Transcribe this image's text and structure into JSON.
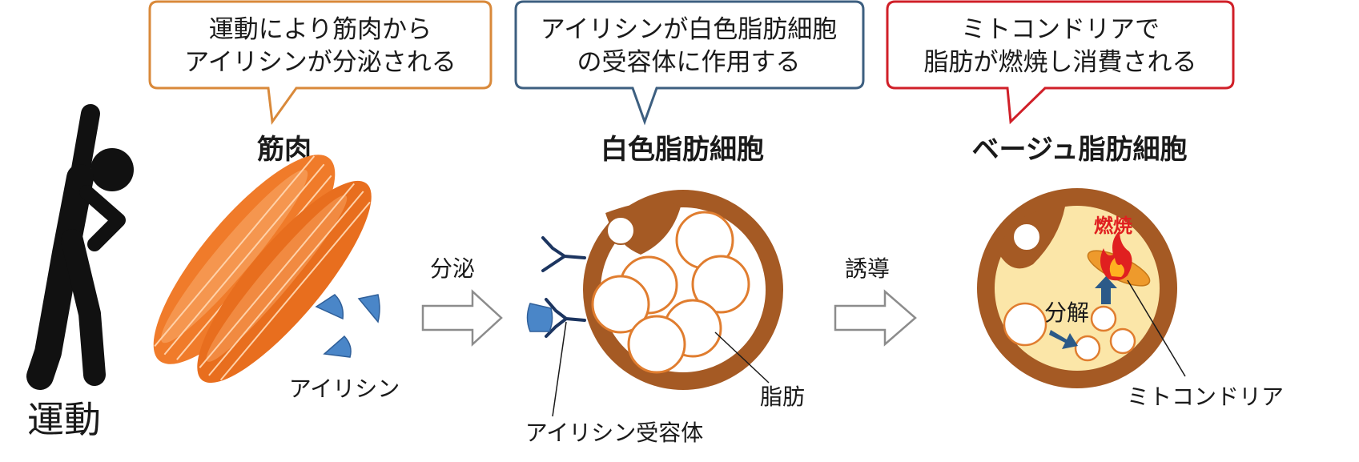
{
  "bubbles": [
    {
      "line1": "運動により筋肉から",
      "line2": "アイリシンが分泌される",
      "color": "#d9893a"
    },
    {
      "line1": "アイリシンが白色脂肪細胞",
      "line2": "の受容体に作用する",
      "color": "#3d5f80"
    },
    {
      "line1": "ミトコンドリアで",
      "line2": "脂肪が燃焼し消費される",
      "color": "#d01f28"
    }
  ],
  "titles": {
    "muscle": "筋肉",
    "white_fat": "白色脂肪細胞",
    "beige_fat": "ベージュ脂肪細胞"
  },
  "labels": {
    "exercise": "運動",
    "irisin": "アイリシン",
    "secretion": "分泌",
    "receptor": "アイリシン受容体",
    "fat": "脂肪",
    "induction": "誘導",
    "decomposition": "分解",
    "combustion": "燃焼",
    "mitochondria": "ミトコンドリア"
  },
  "colors": {
    "muscle": "#f07b2a",
    "cell_brown": "#a55a24",
    "fat_outline": "#e07d2f",
    "beige_fill": "#fbe6a8",
    "irisin_blue": "#4a86c8",
    "receptor_navy": "#1c3560",
    "arrow_outline": "#8c8c8c",
    "flame_red": "#e02020"
  }
}
